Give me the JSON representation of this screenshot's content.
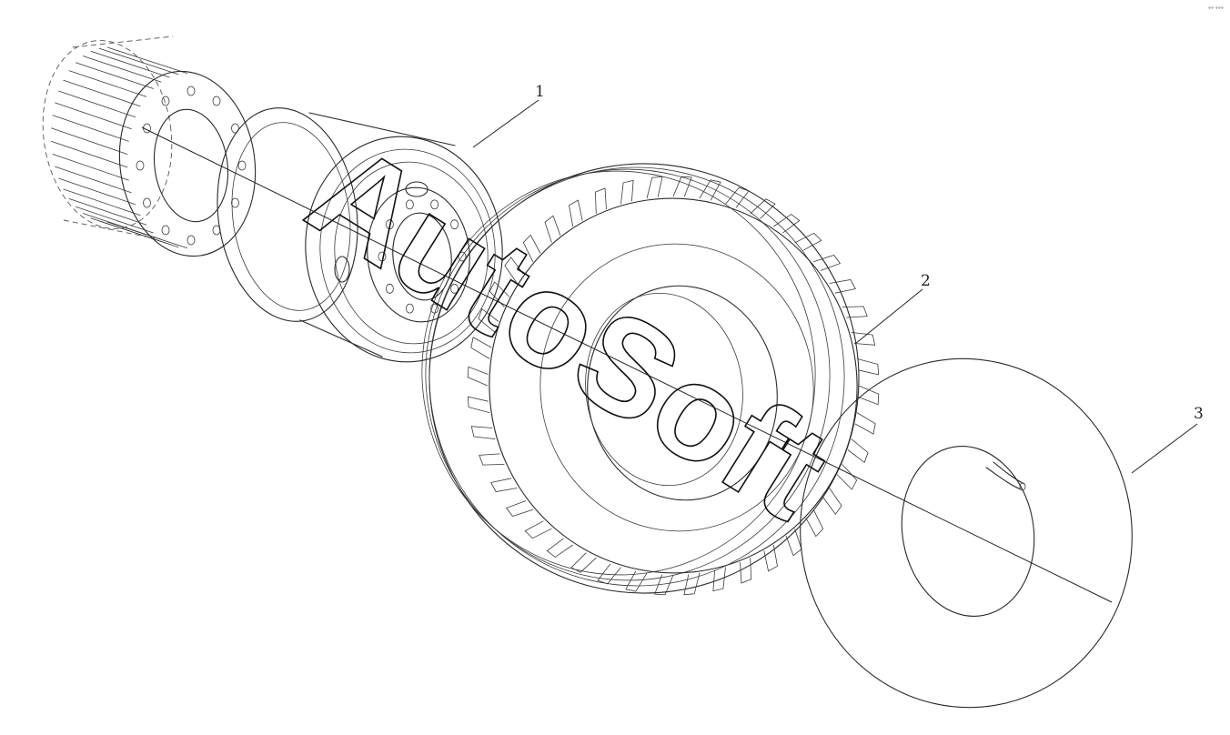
{
  "callouts": [
    {
      "number": "1",
      "part": "wheel-rim"
    },
    {
      "number": "2",
      "part": "tire"
    },
    {
      "number": "3",
      "part": "inner-tube"
    }
  ],
  "watermark": "AutoSoft",
  "corner_mark": "°° °°°",
  "colors": {
    "line": "#2a2a2a",
    "background": "#ffffff"
  }
}
